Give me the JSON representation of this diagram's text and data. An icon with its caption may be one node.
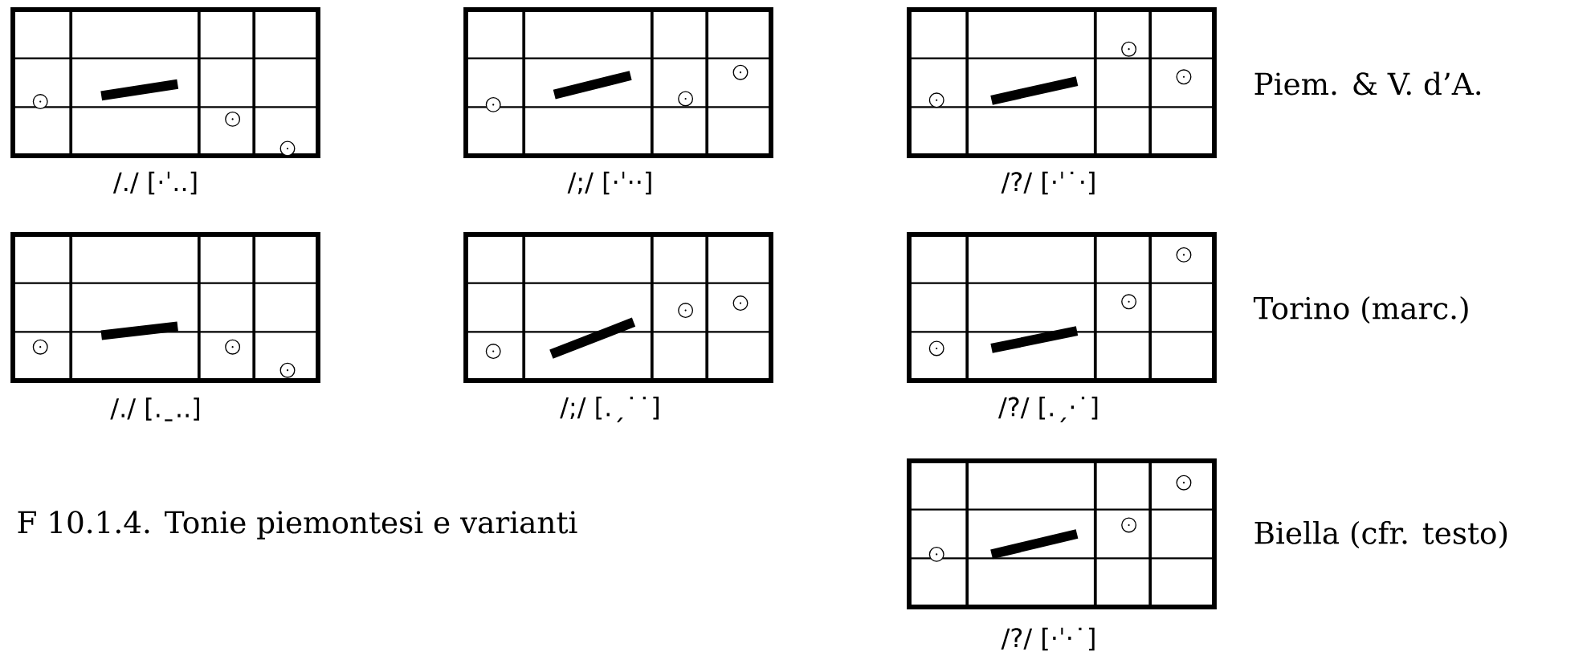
{
  "diagram": {
    "caption": "F 10.1.4. Tonie piemontesi e varianti",
    "labels": [
      "/./ [·ˈ..]",
      "/;/ [·ˈ··]",
      "/?/ [·ˈ˙·]",
      "Piem. & V. d’A.",
      "/./ [.ˍ..]",
      "/;/ [.ˏ˙˙]",
      "/?/ [.ˏ·˙]",
      "Torino (marc.)",
      "Biella (cfr. testo)",
      "/?/ [·ˈ·˙]"
    ]
  }
}
